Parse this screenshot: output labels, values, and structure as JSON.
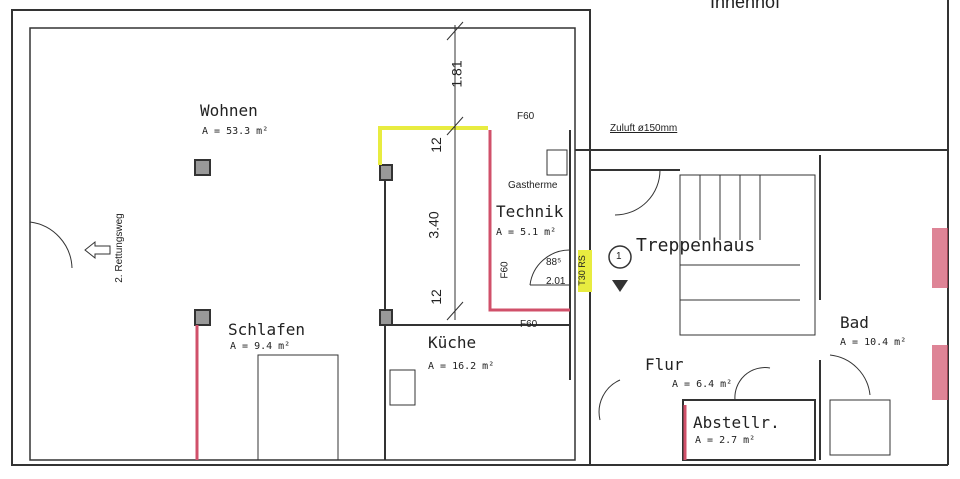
{
  "header": {
    "courtyard": "Innenhof"
  },
  "rooms": [
    {
      "name": "Wohnen",
      "area": "A = 53.3 m²"
    },
    {
      "name": "Technik",
      "area": "A = 5.1 m²"
    },
    {
      "name": "Treppenhaus"
    },
    {
      "name": "Schlafen",
      "area": "A = 9.4 m²"
    },
    {
      "name": "Küche",
      "area": "A = 16.2 m²"
    },
    {
      "name": "Flur",
      "area": "A = 6.4 m²"
    },
    {
      "name": "Abstellr.",
      "area": "A = 2.7 m²"
    },
    {
      "name": "Bad",
      "area": "A = 10.4 m²"
    }
  ],
  "dimensions": [
    "1.81",
    "12",
    "3.40",
    "12"
  ],
  "labels": {
    "escape": "2. Rettungsweg",
    "fire_top": "F60",
    "fire_side": "F60",
    "fire_bottom": "F60",
    "boiler": "Gastherme",
    "air": "Zuluft ø150mm",
    "door_width": "88⁵",
    "door_height": "2.01",
    "door_rating": "T30 RS",
    "marker": "1"
  },
  "colors": {
    "fire_wall": "#d0506a",
    "highlight": "#e8ec40",
    "wall": "#333333"
  }
}
